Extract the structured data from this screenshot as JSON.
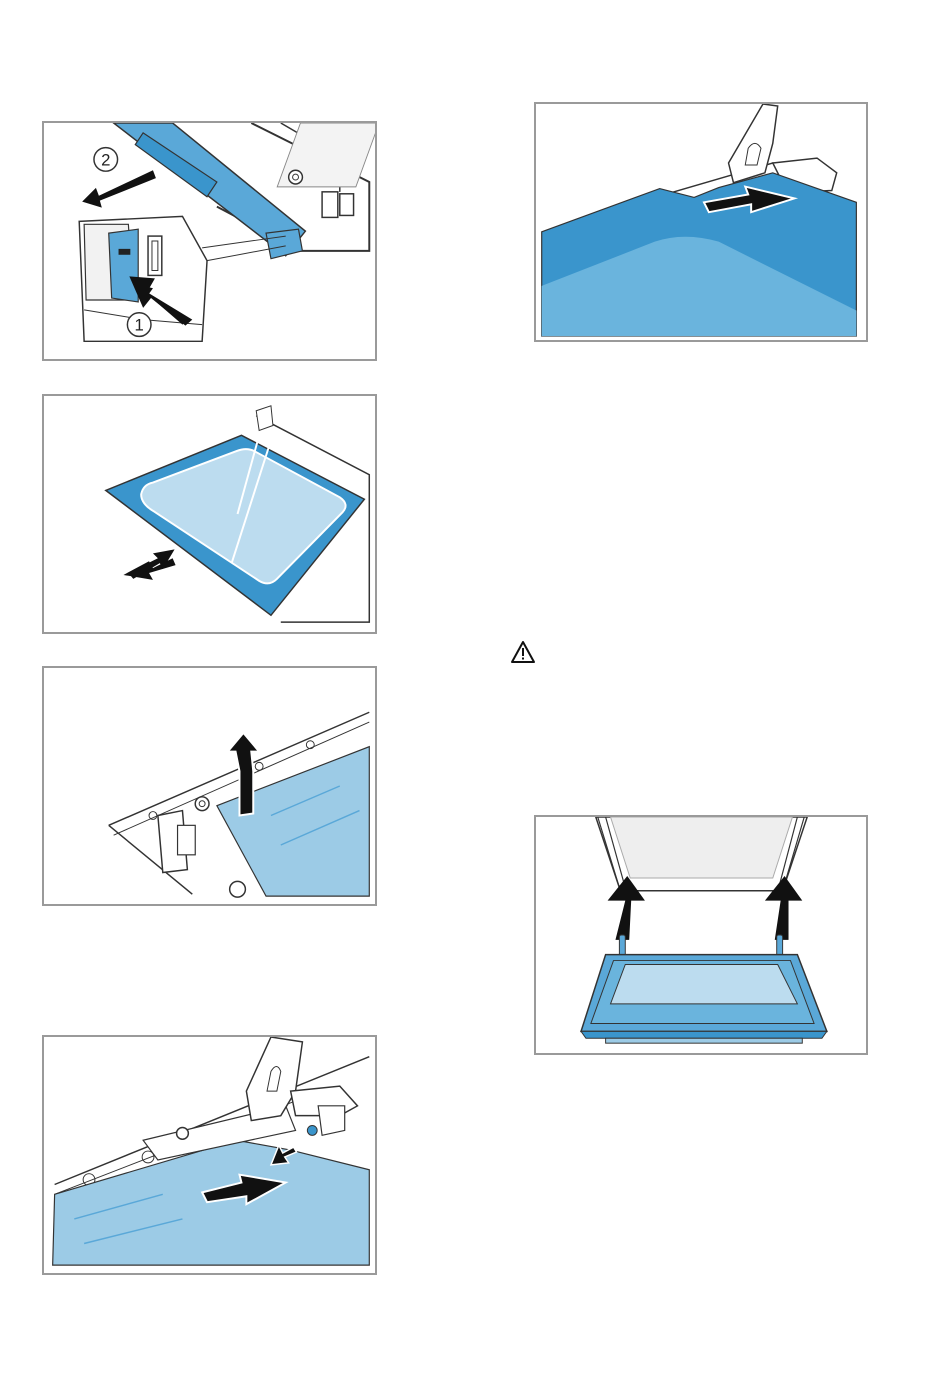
{
  "figures": [
    {
      "id": "fig1",
      "step_labels": [
        "2",
        "1"
      ],
      "icons": [
        "arrow-icon",
        "clip-icon"
      ]
    },
    {
      "id": "fig2",
      "icons": [
        "arrow-icon",
        "glass-pane-icon"
      ]
    },
    {
      "id": "fig3",
      "icons": [
        "arrow-up-icon",
        "hinge-icon"
      ]
    },
    {
      "id": "fig4",
      "icons": [
        "arrow-icon",
        "hinge-icon"
      ]
    },
    {
      "id": "fig5",
      "icons": [
        "arrow-icon",
        "hinge-icon"
      ]
    },
    {
      "id": "fig6",
      "icons": [
        "arrow-up-icon",
        "door-glass-icon"
      ]
    }
  ],
  "warning": {
    "icon": "warning-triangle-icon"
  },
  "colors": {
    "blue_dark": "#3a95cc",
    "blue_mid": "#5aa8d8",
    "blue_light": "#9ccbe6",
    "blue_pale": "#bcdcef",
    "frame": "#9a9a9a",
    "line": "#333333"
  }
}
